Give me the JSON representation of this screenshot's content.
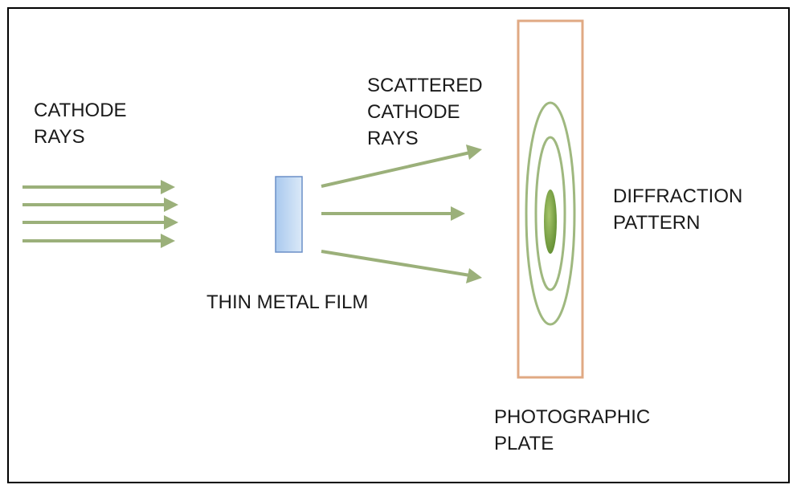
{
  "labels": {
    "cathode_rays": [
      "CATHODE",
      "RAYS"
    ],
    "scattered_rays": [
      "SCATTERED",
      "CATHODE",
      "RAYS"
    ],
    "thin_metal_film": "THIN METAL FILM",
    "diffraction_pattern": [
      "DIFFRACTION",
      "PATTERN"
    ],
    "photographic_plate": [
      "PHOTOGRAPHIC",
      "PLATE"
    ]
  },
  "colors": {
    "frame": "#000000",
    "ray": "#9bb07a",
    "film_fill": "#c9def4",
    "film_stroke": "#6b8fc7",
    "plate_border": "#e0a983",
    "ring": "#9fb87f",
    "spot": "#6f9a3d"
  }
}
